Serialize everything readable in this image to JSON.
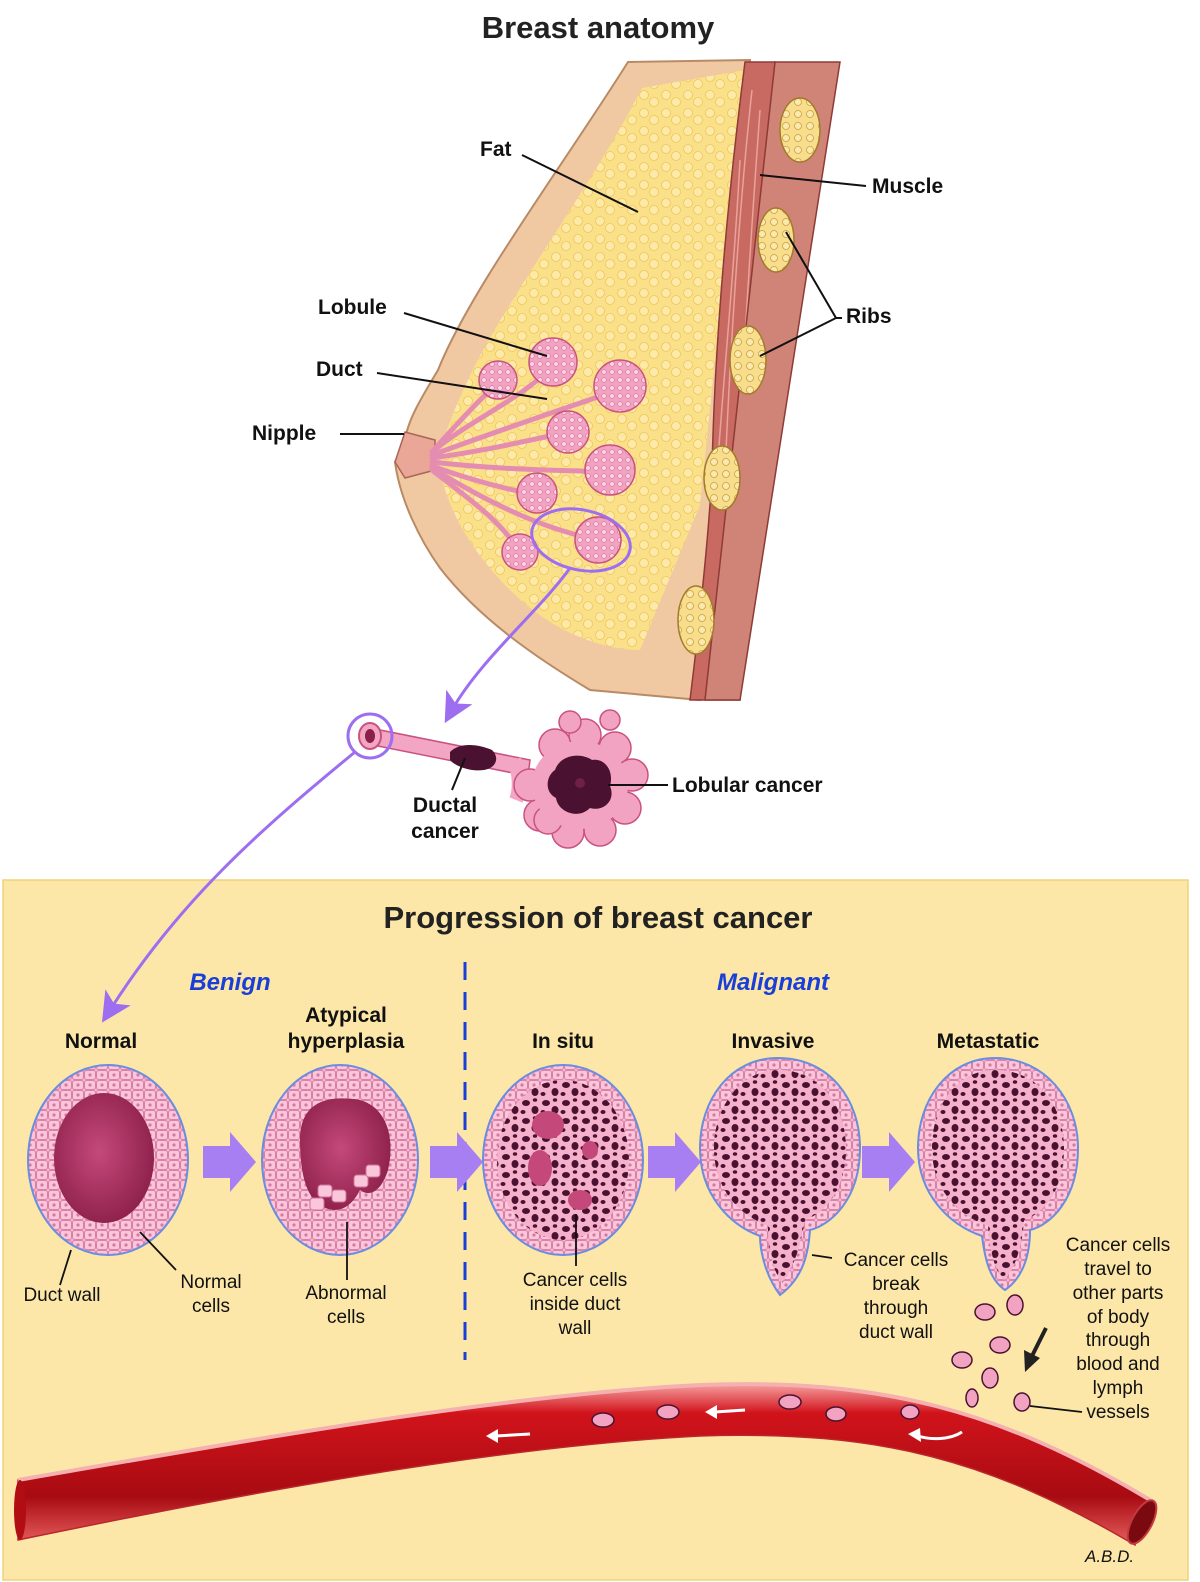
{
  "anatomy": {
    "title": "Breast anatomy",
    "labels": {
      "fat": "Fat",
      "muscle": "Muscle",
      "lobule": "Lobule",
      "ribs": "Ribs",
      "duct": "Duct",
      "nipple": "Nipple"
    }
  },
  "detail": {
    "ductal_cancer": [
      "Ductal",
      "cancer"
    ],
    "lobular_cancer": "Lobular cancer"
  },
  "progression": {
    "title": "Progression of breast cancer",
    "benign": "Benign",
    "malignant": "Malignant",
    "stages": {
      "normal": "Normal",
      "atypical": [
        "Atypical",
        "hyperplasia"
      ],
      "in_situ": "In situ",
      "invasive": "Invasive",
      "metastatic": "Metastatic"
    },
    "annotations": {
      "duct_wall": "Duct wall",
      "normal_cells": [
        "Normal",
        "cells"
      ],
      "abnormal_cells": [
        "Abnormal",
        "cells"
      ],
      "inside_duct_wall": [
        "Cancer cells",
        "inside duct",
        "wall"
      ],
      "break_through": [
        "Cancer cells",
        "break",
        "through",
        "duct wall"
      ],
      "travel": [
        "Cancer cells",
        "travel to",
        "other parts",
        "of body",
        "through",
        "blood and",
        "lymph",
        "vessels"
      ]
    },
    "signature": "A.B.D."
  },
  "colors": {
    "panel_bg": "#fce7a8",
    "skin": "#f0c9a2",
    "fat": "#fbe08a",
    "tissue_pink": "#f3a8c6",
    "lumen": "#a8305d",
    "cancer_dark": "#4a1230",
    "muscle": "#c86a62",
    "vessel": "#c8141c",
    "arrow_purple": "#a77ff2",
    "divider_blue": "#1a3fd6"
  }
}
